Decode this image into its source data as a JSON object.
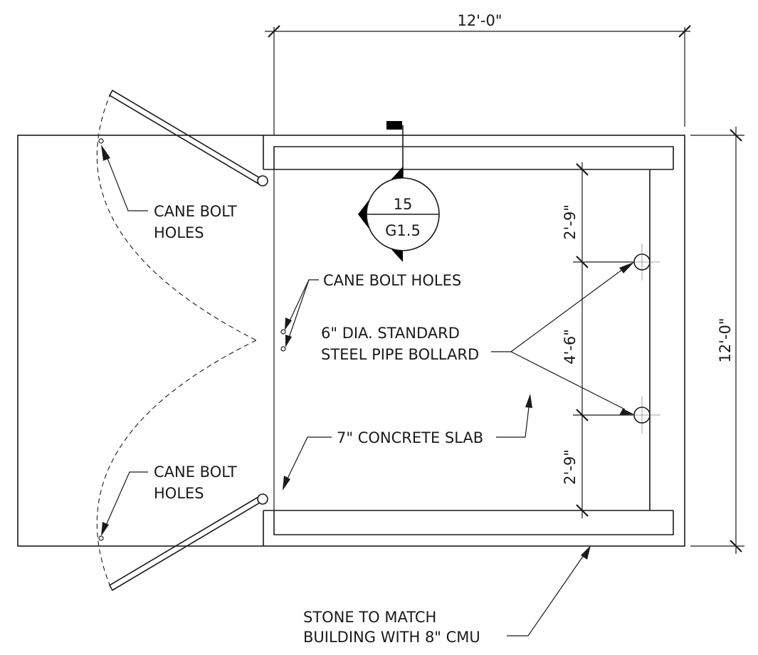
{
  "dimensions": {
    "overall_width": "12'-0\"",
    "overall_depth": "12'-0\"",
    "bollard_spacing_top": "2'-9\"",
    "bollard_spacing_middle": "4'-6\"",
    "bollard_spacing_bottom": "2'-9\""
  },
  "section_marker": {
    "number": "15",
    "sheet": "G1.5"
  },
  "callouts": {
    "cane_bolt_holes_upper": [
      "CANE BOLT",
      "HOLES"
    ],
    "cane_bolt_holes_center": "CANE BOLT HOLES",
    "bollard": [
      "6\" DIA. STANDARD",
      "STEEL PIPE BOLLARD"
    ],
    "slab": "7\" CONCRETE SLAB",
    "cane_bolt_holes_lower": [
      "CANE BOLT",
      "HOLES"
    ],
    "wall": [
      "STONE TO MATCH",
      "BUILDING WITH 8\" CMU"
    ]
  }
}
